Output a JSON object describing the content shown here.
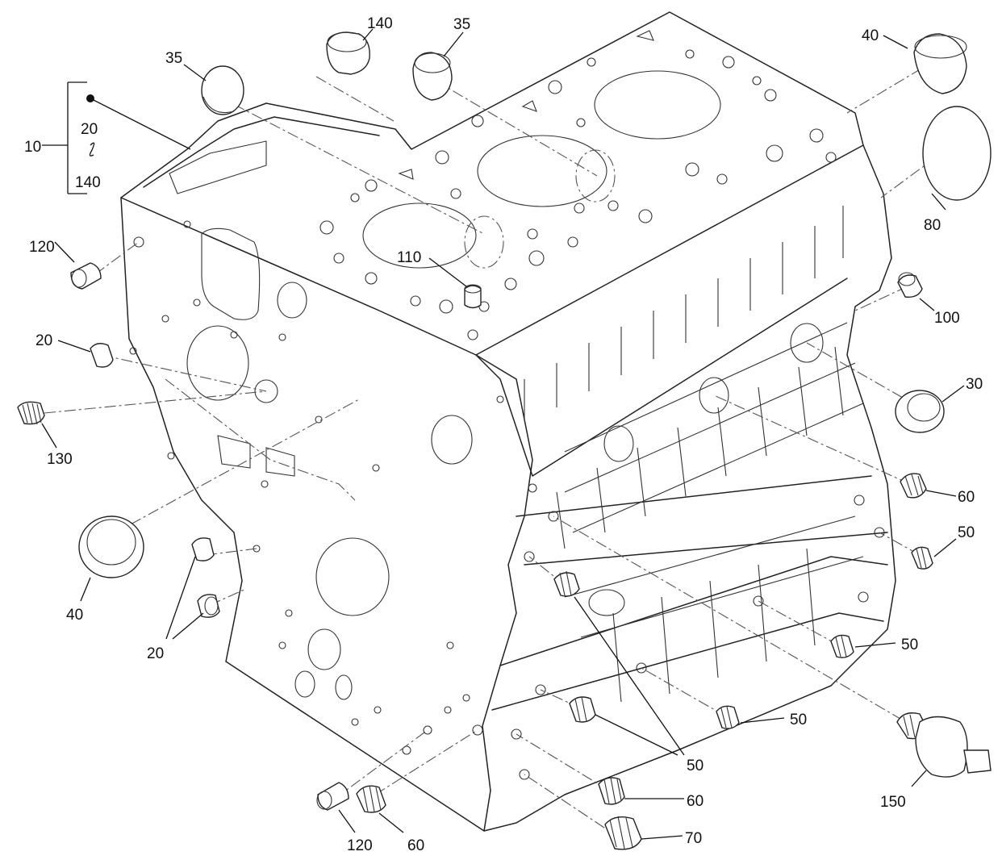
{
  "callouts": {
    "group_10": "10",
    "group_20": "20",
    "group_tilde": "~",
    "group_140": "140",
    "c35_left": "35",
    "c140_top": "140",
    "c35_top": "35",
    "c40_top": "40",
    "c80": "80",
    "c120_left": "120",
    "c110": "110",
    "c100": "100",
    "c20_left": "20",
    "c130": "130",
    "c30": "30",
    "c60_right": "60",
    "c50_right_top": "50",
    "c40_left": "40",
    "c20_bottom": "20",
    "c50_mid_right": "50",
    "c50_lower_right": "50",
    "c50_center": "50",
    "c150": "150",
    "c60_bottom_mid": "60",
    "c70": "70",
    "c120_bottom": "120",
    "c60_bottom_left": "60"
  }
}
